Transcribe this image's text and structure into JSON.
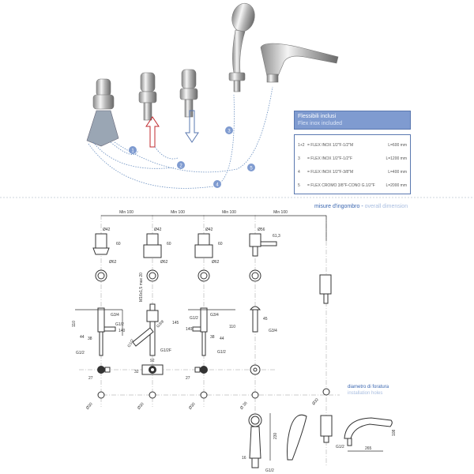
{
  "legend": {
    "title": "Flessibili inclusi",
    "subtitle": "Flex inox included",
    "rows": [
      {
        "num": "1+2",
        "desc": "= FLEX INOX 1/2\"F-1/2\"M",
        "length": "L=600 mm"
      },
      {
        "num": "3",
        "desc": "= FLEX INOX 1/2\"F-1/2\"F",
        "length": "L=1200 mm"
      },
      {
        "num": "4",
        "desc": "= FLEX INOX 1/2\"F-3/8\"M",
        "length": "L=400 mm"
      },
      {
        "num": "5",
        "desc": "= FLEX CROMO 3/8\"F-CONO G.1/2\"F",
        "length": "L=2000 mm"
      }
    ]
  },
  "callouts": [
    "1",
    "2",
    "3",
    "4",
    "5"
  ],
  "section_header": {
    "it": "misure d'ingombro",
    "sep": " - ",
    "en": "overall dimension"
  },
  "holes_label": {
    "it": "diametro di foratura",
    "en": "installation holes"
  },
  "dims": {
    "min1": "Min 100",
    "min2": "Min 100",
    "min3": "Min 100",
    "min4": "Min 100",
    "d42a": "Ø42",
    "d42b": "Ø42",
    "d42c": "Ø42",
    "d56": "Ø56",
    "d62a": "Ø62",
    "d62b": "Ø62",
    "d62c": "Ø62",
    "h60a": "60",
    "h60b": "60",
    "h60c": "60",
    "h613": "61,3",
    "g34a": "G3/4",
    "g12a": "G1/2",
    "h140a": "140",
    "h110a": "110",
    "h44a": "44",
    "h38a": "38",
    "g12b": "G1/2",
    "m16": "M16x1,5 max 20",
    "g38a": "G3/8",
    "h145": "145",
    "g12c": "G1/2",
    "g12f": "G1/2F",
    "g34b": "G3/4",
    "g12d": "G1/2",
    "h140b": "140",
    "h110b": "110",
    "h44b": "44",
    "h38b": "38",
    "g12e": "G1/2",
    "h45": "45",
    "g34c": "G3/4",
    "w92": "92",
    "h32": "32",
    "w27a": "27",
    "w27b": "27",
    "hole30a": "Ø30",
    "hole30b": "Ø30",
    "hole30c": "Ø30",
    "hole36": "Ø 36",
    "hole32": "Ø32",
    "h230": "230",
    "h16": "16",
    "g12g": "G1/2",
    "g12h": "G1/2",
    "w265": "265",
    "h108": "108"
  },
  "colors": {
    "accent": "#3a66b0",
    "red_arrow": "#c0282d",
    "blue_arrow": "#5a78b0"
  }
}
